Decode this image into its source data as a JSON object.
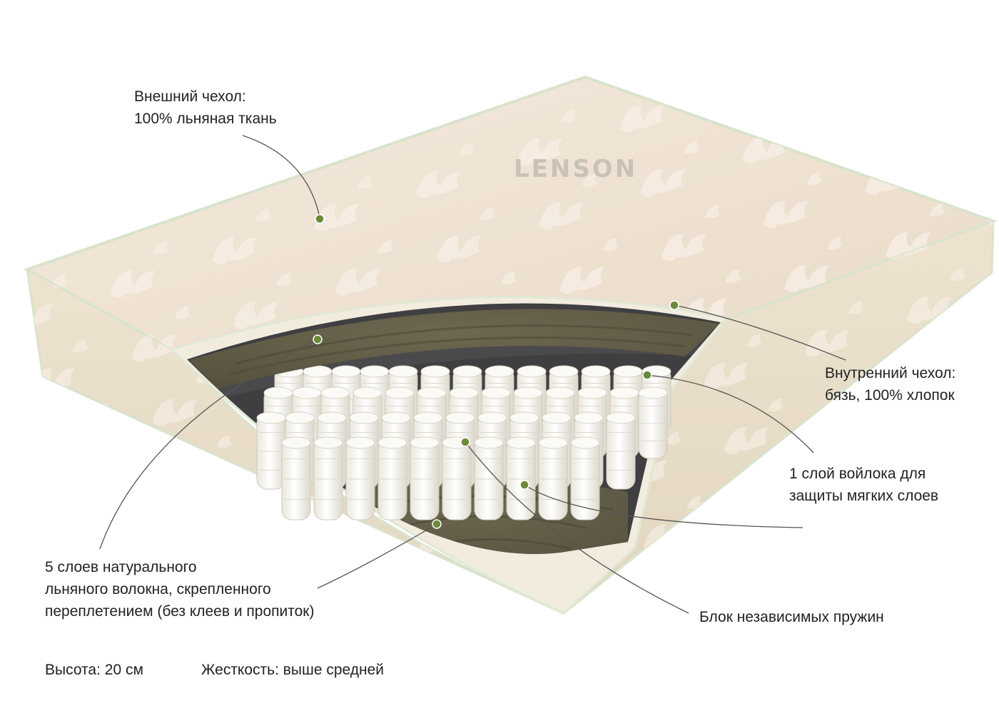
{
  "brand": {
    "logo_text": "LENSON"
  },
  "callouts": {
    "outer_cover": {
      "line1": "Внешний чехол:",
      "line2": "100% льняная ткань"
    },
    "inner_cover": {
      "line1": "Внутренний чехол:",
      "line2": "бязь, 100% хлопок"
    },
    "felt_layer": {
      "line1": "1 слой войлока для",
      "line2": "защиты мягких слоев"
    },
    "flax_layers": {
      "line1": "5 слоев натурального",
      "line2": "льняного волокна, скрепленного",
      "line3": "переплетением (без клеев и пропиток)"
    },
    "spring_block": {
      "line1": "Блок независимых пружин"
    }
  },
  "specs": {
    "height": "Высота: 20 см",
    "firmness": "Жесткость: выше средней"
  },
  "colors": {
    "cover": "#efe3d3",
    "cover_side": "#e9ddc9",
    "piping": "#dfe8d2",
    "flax": "#5f5a45",
    "felt": "#4a4a4c",
    "spring": "#f7f5ee",
    "dot": "#6b8a3a",
    "leader": "#555555"
  }
}
